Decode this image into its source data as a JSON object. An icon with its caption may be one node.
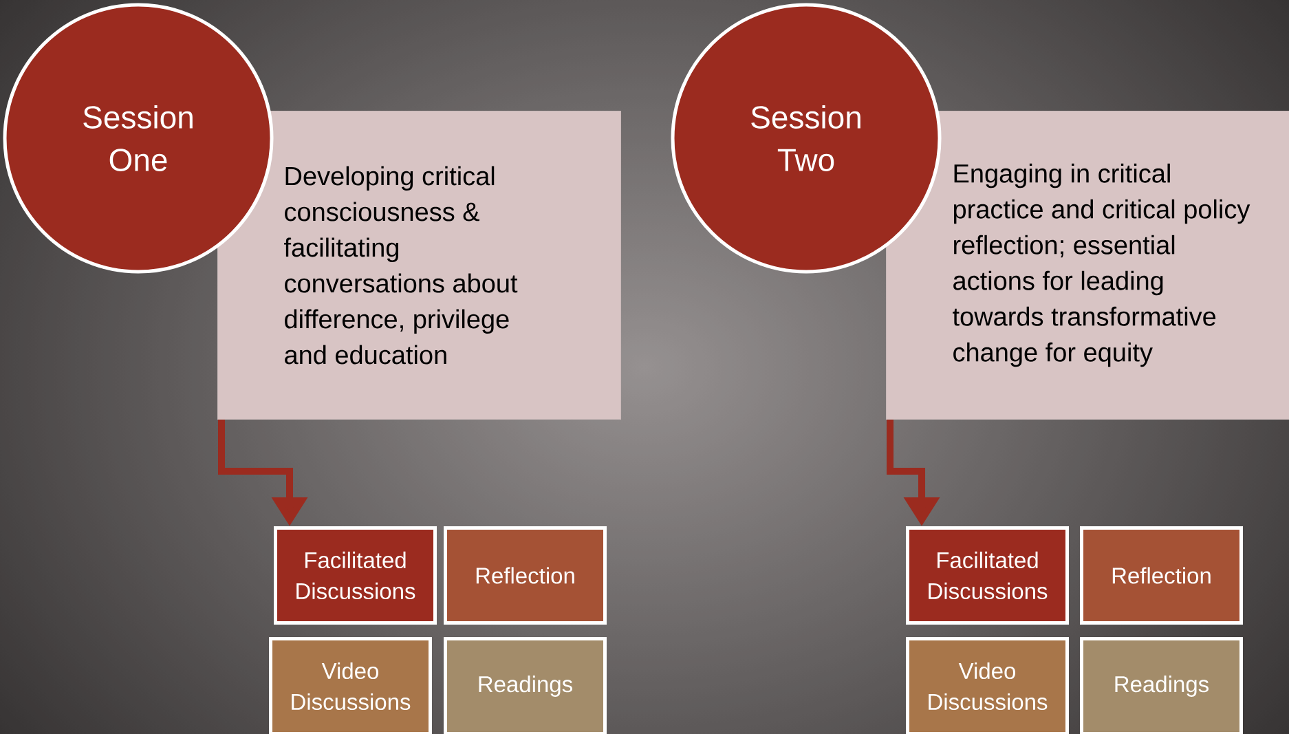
{
  "diagram": {
    "nodes": [
      {
        "text": [
          "Session One"
        ]
      },
      {
        "text": [
          "Developing critical consciousness & facilitating conversations about difference, privilege and education"
        ]
      },
      {
        "text": [
          "Facilitated Discussions"
        ]
      },
      {
        "text": [
          "Reflection"
        ]
      },
      {
        "text": [
          "Video Discussions"
        ]
      },
      {
        "text": [
          "Readings"
        ]
      },
      {
        "text": [
          "Session Two"
        ]
      },
      {
        "text": [
          "Engaging in critical practice and critical policy reflection; essential actions for leading towards transformative change for equity"
        ]
      },
      {
        "text": [
          "Facilitated Discussions"
        ]
      },
      {
        "text": [
          "Reflection"
        ]
      },
      {
        "text": [
          "Video Discussions"
        ]
      },
      {
        "text": [
          "Readings"
        ]
      }
    ],
    "edges": [
      {
        "from": 1,
        "to": 2,
        "arrow": "to"
      },
      {
        "from": 7,
        "to": 8,
        "arrow": "to"
      }
    ]
  }
}
